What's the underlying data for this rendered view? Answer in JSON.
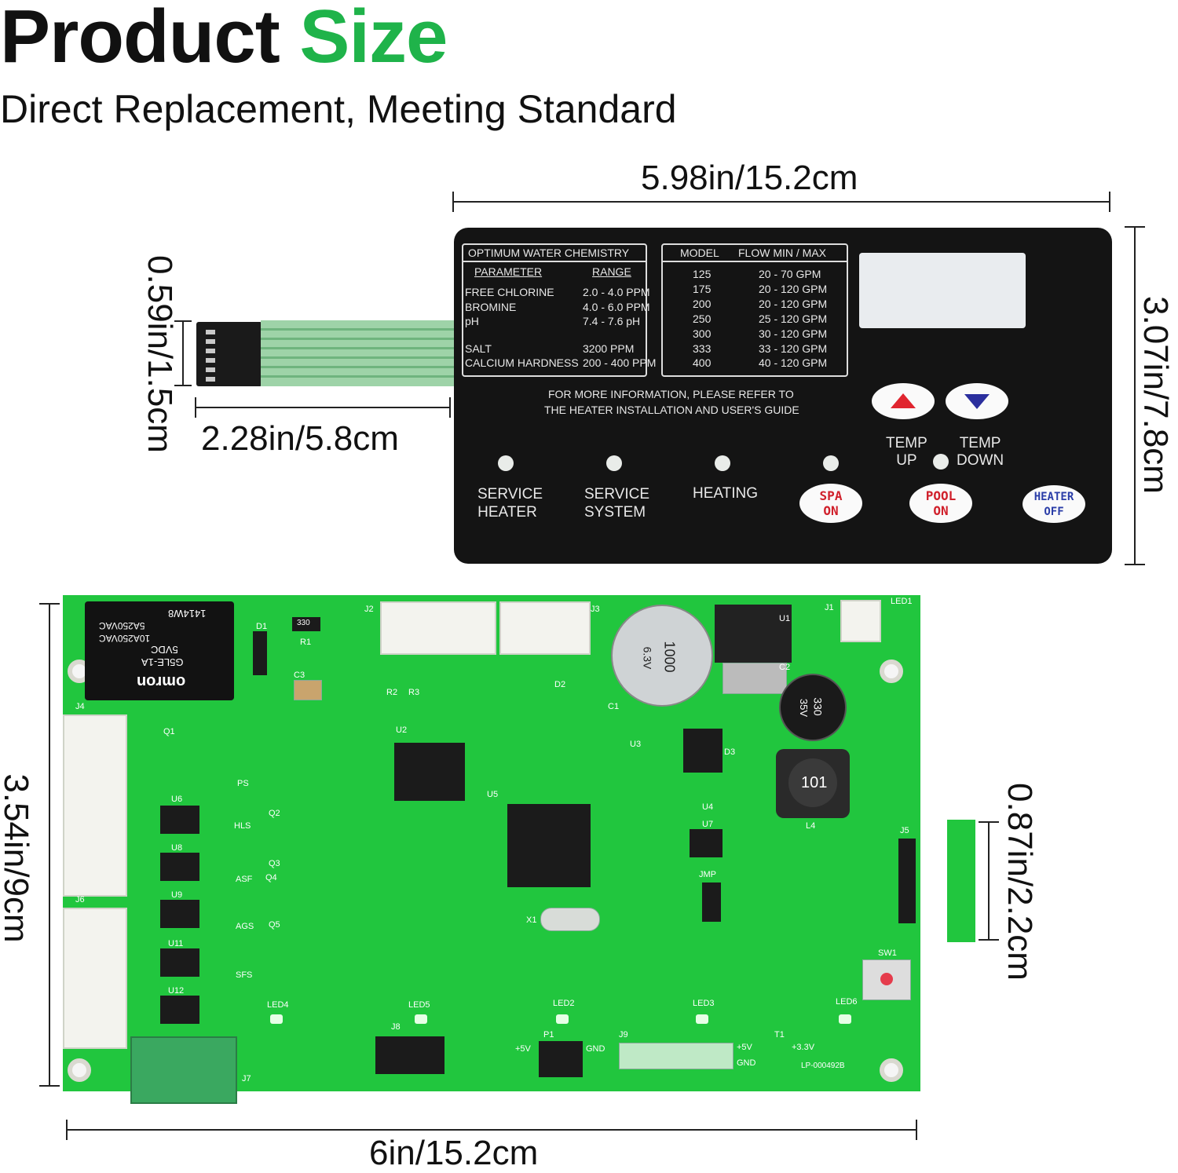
{
  "header": {
    "title_part1": "Product",
    "title_part2": "Size",
    "subtitle": "Direct Replacement, Meeting Standard",
    "accent_color": "#1fb34a"
  },
  "dimensions": {
    "panel_width": "5.98in/15.2cm",
    "panel_height": "3.07in/7.8cm",
    "connector_height": "0.59in/1.5cm",
    "ribbon_length": "2.28in/5.8cm",
    "board_height": "3.54in/9cm",
    "board_width": "6in/15.2cm",
    "tab_height": "0.87in/2.2cm"
  },
  "panel": {
    "chem_title": "OPTIMUM WATER CHEMISTRY",
    "chem_col1": "PARAMETER",
    "chem_col2": "RANGE",
    "chem_rows": [
      {
        "param": "FREE CHLORINE",
        "range": "2.0 - 4.0 PPM"
      },
      {
        "param": "BROMINE",
        "range": "4.0 - 6.0 PPM"
      },
      {
        "param": "pH",
        "range": "7.4 - 7.6 pH"
      },
      {
        "param": "SALT",
        "range": "3200 PPM"
      },
      {
        "param": "CALCIUM HARDNESS",
        "range": "200 - 400 PPM"
      }
    ],
    "flow_col1": "MODEL",
    "flow_col2": "FLOW MIN / MAX",
    "flow_rows": [
      {
        "model": "125",
        "flow": "20 - 70 GPM"
      },
      {
        "model": "175",
        "flow": "20 - 120 GPM"
      },
      {
        "model": "200",
        "flow": "20 - 120 GPM"
      },
      {
        "model": "250",
        "flow": "25 - 120 GPM"
      },
      {
        "model": "300",
        "flow": "30 - 120 GPM"
      },
      {
        "model": "333",
        "flow": "33 - 120 GPM"
      },
      {
        "model": "400",
        "flow": "40 - 120 GPM"
      }
    ],
    "info_line1": "FOR MORE INFORMATION, PLEASE REFER TO",
    "info_line2": "THE HEATER INSTALLATION AND USER'S GUIDE",
    "temp_up_1": "TEMP",
    "temp_up_2": "UP",
    "temp_down_1": "TEMP",
    "temp_down_2": "DOWN",
    "service_heater_1": "SERVICE",
    "service_heater_2": "HEATER",
    "service_system_1": "SERVICE",
    "service_system_2": "SYSTEM",
    "heating": "HEATING",
    "spa_1": "SPA",
    "spa_2": "ON",
    "pool_1": "POOL",
    "pool_2": "ON",
    "heater_off_1": "HEATER",
    "heater_off_2": "OFF",
    "up_color": "#e0252f",
    "down_color": "#2b2f9e"
  },
  "board": {
    "color": "#21c63e",
    "relay_brand": "omron",
    "relay_model": "G5LE-1A",
    "relay_rating1": "5VDC",
    "relay_rating2": "10A250VAC",
    "relay_rating3": "5A250VAC",
    "relay_code": "1414W8",
    "cap1_text": "1000",
    "cap1_volt": "6.3V",
    "cap2_text": "330",
    "cap2_volt": "35V",
    "inductor_text": "101",
    "resistor_330": "330",
    "label_5v": "+5V",
    "label_gnd": "GND",
    "label_33v": "+3.3V",
    "board_code": "LP-000492B",
    "labels": [
      "J4",
      "J6",
      "J2",
      "J3",
      "J1",
      "J5",
      "J7",
      "J8",
      "J9",
      "U1",
      "U2",
      "U3",
      "U4",
      "U5",
      "U6",
      "U7",
      "U8",
      "U9",
      "U11",
      "U12",
      "D1",
      "D2",
      "D3",
      "R1",
      "R2",
      "R3",
      "C1",
      "C2",
      "C3",
      "L4",
      "SW1",
      "X1",
      "P1",
      "T1",
      "LED1",
      "LED2",
      "LED3",
      "LED4",
      "LED5",
      "LED6",
      "JMP",
      "PS",
      "HLS",
      "ASF",
      "AGS",
      "SFS",
      "Q1",
      "Q2",
      "Q3",
      "Q4",
      "Q5"
    ]
  }
}
